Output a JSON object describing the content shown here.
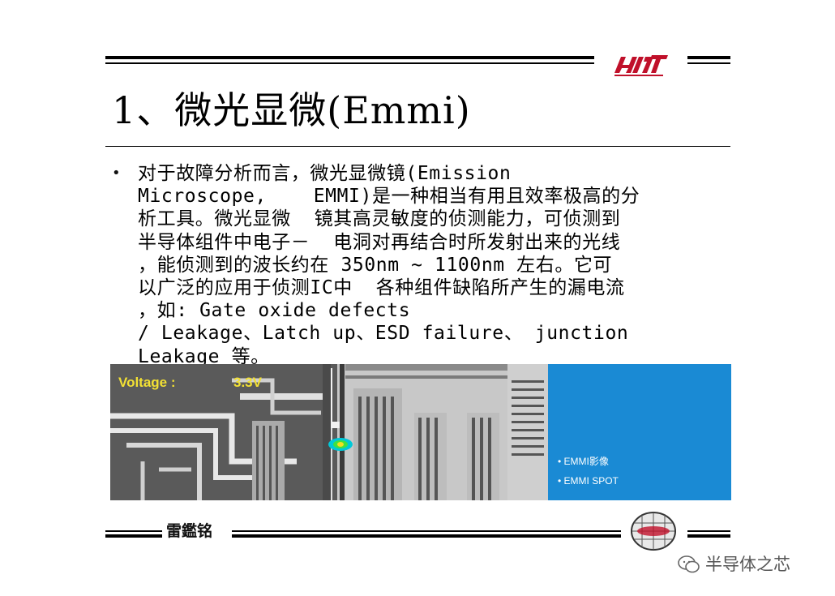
{
  "slide": {
    "title": "1、微光显微(Emmi)",
    "bullet_symbol": "•",
    "body_lines": [
      "对于故障分析而言，微光显微镜(Emission",
      "Microscope,    EMMI)是一种相当有用且效率极高的分",
      "析工具。微光显微  镜其高灵敏度的侦测能力，可侦测到",
      "半导体组件中电子－  电洞对再结合时所发射出来的光线",
      "，能侦测到的波长约在 350nm ~ 1100nm 左右。它可",
      "以广泛的应用于侦测IC中  各种组件缺陷所产生的漏电流",
      "，如: Gate oxide defects",
      "/ Leakage、Latch up、ESD failure、 junction",
      "Leakage 等。"
    ]
  },
  "image": {
    "voltage_label": "Voltage :",
    "voltage_value": "3.3V",
    "legend": [
      "• EMMI影像",
      "• EMMI SPOT"
    ],
    "panel_color": "#1a8ad4"
  },
  "footer": {
    "author": "雷鑑铭",
    "watermark": "半导体之芯"
  },
  "colors": {
    "rule": "#000000",
    "logo_red": "#c0102a"
  }
}
